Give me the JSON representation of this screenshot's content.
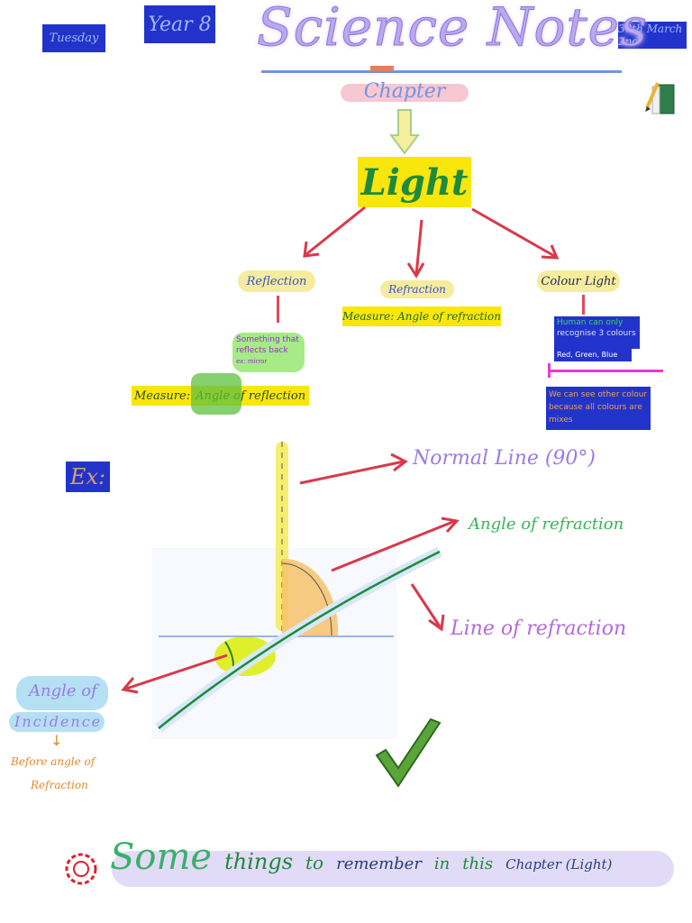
{
  "header": {
    "day": "Tuesday",
    "year": "Year 8",
    "title": "Science Notes",
    "date": "30th March 2nd"
  },
  "chapter": {
    "label": "Chapter",
    "topic": "Light"
  },
  "branches": {
    "reflection": {
      "label": "Reflection",
      "definition_lines": [
        "Something that",
        "reflects back",
        "ex: mirror"
      ],
      "measure_prefix": "Measure:",
      "measure_text": "Angle of reflection"
    },
    "refraction": {
      "label": "Refraction",
      "measure": "Measure: Angle of refraction"
    },
    "colour_light": {
      "label": "Colour Light",
      "fact_lines": [
        "Human can only",
        "recognise 3 colours",
        "Red, Green, Blue"
      ],
      "note_lines": [
        "We can see other colour",
        "because all colours are",
        "mixes"
      ]
    }
  },
  "example": {
    "label": "Ex:",
    "normal_line": "Normal Line (90°)",
    "angle_of_refraction": "Angle of refraction",
    "line_of_refraction": "Line of refraction",
    "angle_of_incidence_1": "Angle of",
    "angle_of_incidence_2": "Incidence",
    "before_1": "Before angle of",
    "before_2": "Refraction",
    "down_arrow": "↓"
  },
  "footer": {
    "word1": "Some",
    "word2": "things",
    "word3": "to",
    "word4": "remember",
    "word5": "in",
    "word6": "this",
    "word7": "Chapter (Light)"
  },
  "colors": {
    "arrow": "#d9394a",
    "blue_box": "#2233cc",
    "yellow": "#f8e60c",
    "green": "#1e8a3a",
    "purple": "#9a7ae6",
    "lavender": "#cbbdf3",
    "orange": "#e08a2a"
  }
}
